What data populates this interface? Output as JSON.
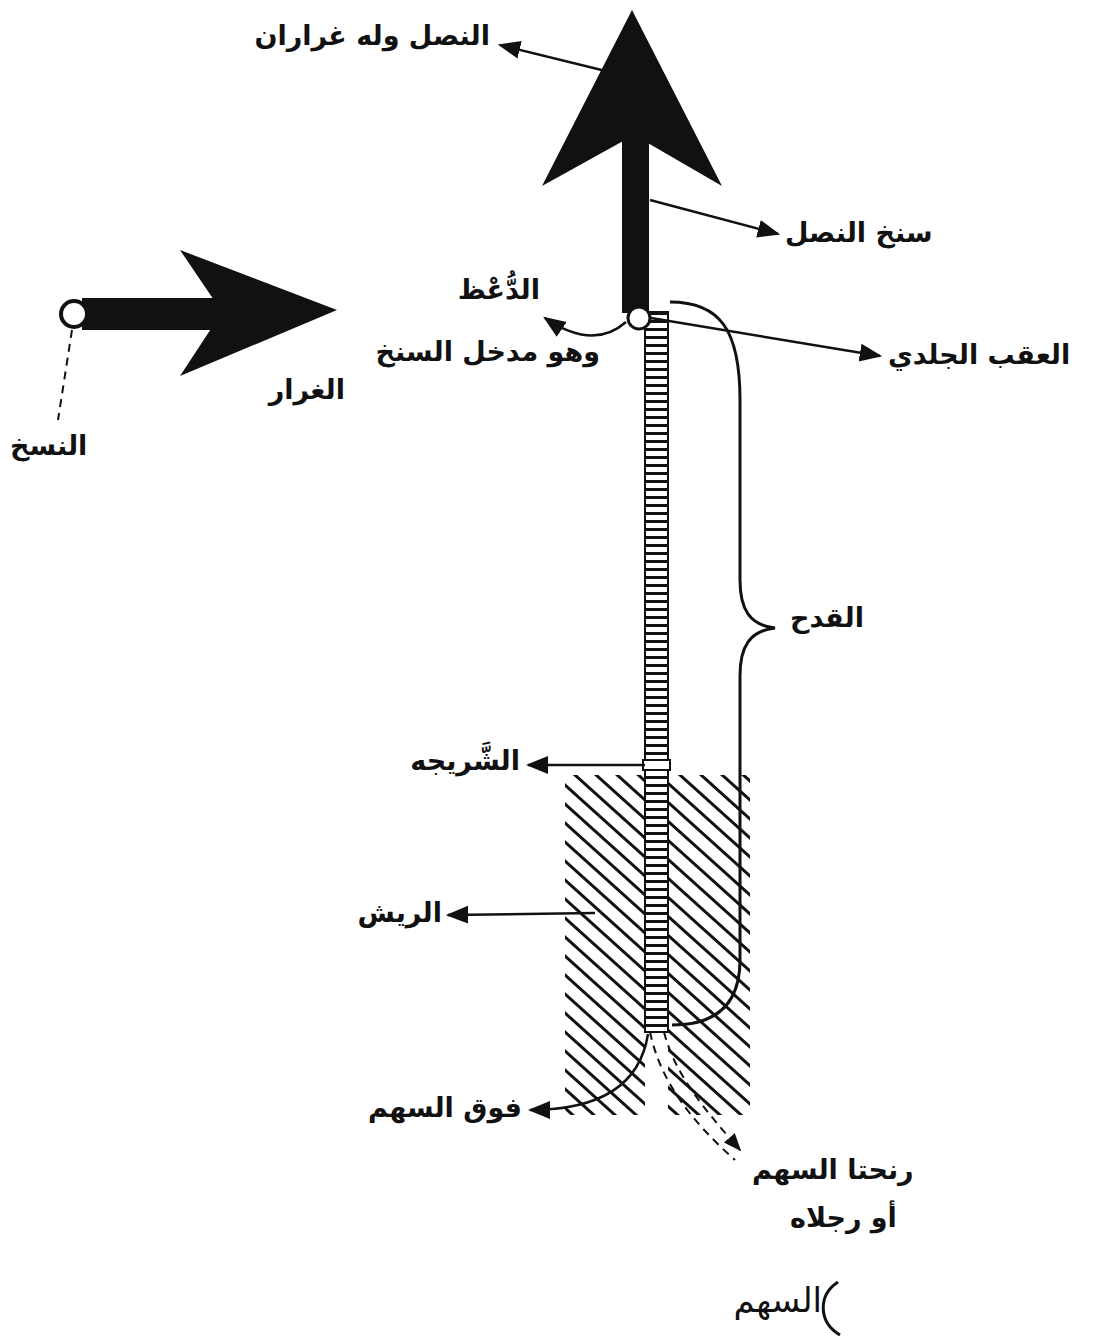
{
  "diagram": {
    "caption": "السهم",
    "labels": [
      "النصل وله غراران",
      "سنخ النصل",
      "الدُّعْظ",
      "وهو مدخل السنخ",
      "العقب الجلدي",
      "الغرار",
      "النسخ",
      "القدح",
      "الشَّريجه",
      "الريش",
      "فوق السهم",
      "رنحتا السهم",
      "أو رجلاه"
    ]
  }
}
